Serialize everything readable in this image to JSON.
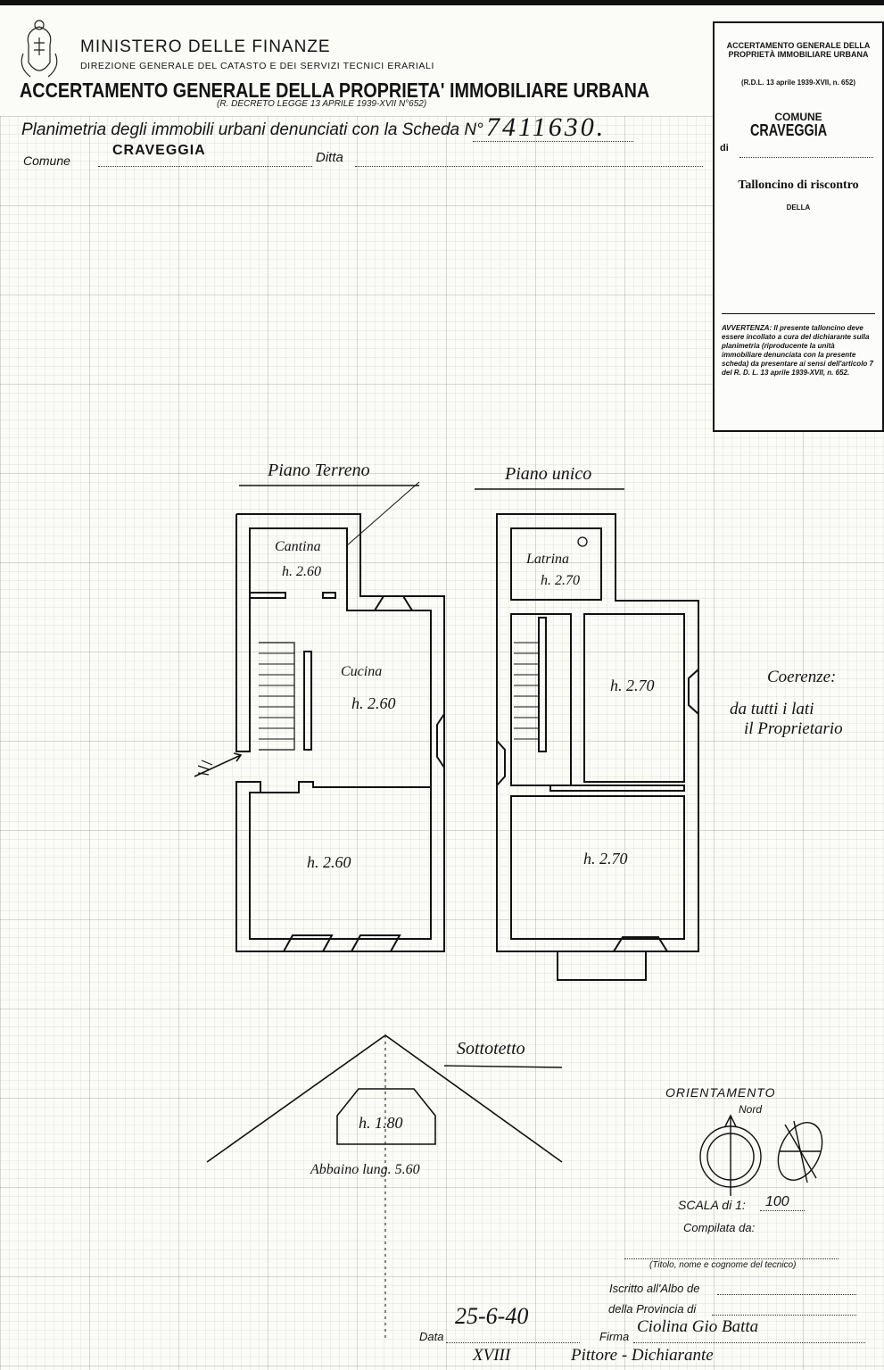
{
  "header": {
    "ministry": "MINISTERO DELLE FINANZE",
    "directorate": "DIREZIONE GENERALE DEL CATASTO E DEI SERVIZI TECNICI ERARIALI",
    "main_title": "ACCERTAMENTO GENERALE DELLA PROPRIETA' IMMOBILIARE URBANA",
    "decree": "(R. DECRETO LEGGE 13 APRILE 1939-XVII N°652)"
  },
  "form": {
    "planimetria_label": "Planimetria degli immobili urbani denunciati con la Scheda N°",
    "scheda_number": "7411630.",
    "comune_label": "Comune",
    "comune_value": "CRAVEGGIA",
    "ditta_label": "Ditta"
  },
  "stub": {
    "heading": "ACCERTAMENTO GENERALE DELLA PROPRIETÀ IMMOBILIARE URBANA",
    "rdl": "(R.D.L. 13 aprile 1939-XVII, n. 652)",
    "comune_label": "COMUNE",
    "comune_value": "CRAVEGGIA",
    "di_label": "di",
    "tall_title": "Talloncino di riscontro",
    "della": "DELLA",
    "avvertenza": "AVVERTENZA: Il presente talloncino deve essere incollato a cura del dichiarante sulla planimetria (riproducente la unità immobiliare denunciata con la presente scheda) da presentare ai sensi dell'articolo 7 del R. D. L. 13 aprile 1939-XVII, n. 652."
  },
  "ground_floor": {
    "title": "Piano Terreno",
    "cantina": "Cantina",
    "cantina_h": "h. 2.60",
    "cucina": "Cucina",
    "cucina_h": "h. 2.60",
    "room_h": "h. 2.60"
  },
  "upper_floor": {
    "title": "Piano unico",
    "latrina": "Latrina",
    "latrina_h": "h. 2.70",
    "room1_h": "h. 2.70",
    "room2_h": "h. 2.70"
  },
  "coerenze": {
    "title": "Coerenze:",
    "line1": "da tutti i lati",
    "line2": "il Proprietario"
  },
  "attic": {
    "title": "Sottotetto",
    "h": "h. 1.80",
    "abbaino": "Abbaino lung. 5.60"
  },
  "orientation": {
    "label": "ORIENTAMENTO",
    "north": "Nord"
  },
  "scale": {
    "label": "SCALA di 1:",
    "value": "100"
  },
  "signature": {
    "compilata": "Compilata da:",
    "titolo": "(Titolo, nome e cognome del tecnico)",
    "iscritto": "Iscritto all'Albo de",
    "provincia": "della Provincia di",
    "data_label": "Data",
    "data_value": "25-6-40",
    "era": "XVIII",
    "firma_label": "Firma",
    "firma_value": "Ciolina Gio Batta",
    "firma_value2": "Pittore - Dichiarante"
  }
}
